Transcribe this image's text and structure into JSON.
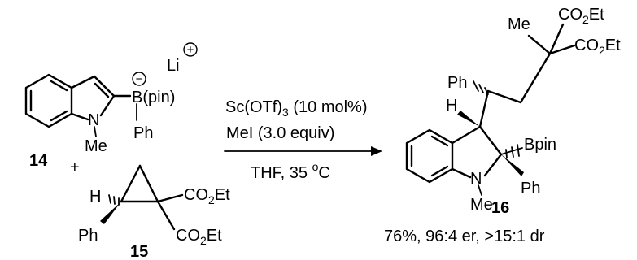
{
  "reactant_1": {
    "compound_number": "14",
    "boron_group": "B(pin)",
    "cation": "Li",
    "cation_charge": "+",
    "boron_charge": "−",
    "n_substituent": "Me",
    "n_label": "N",
    "b_substituent": "Ph"
  },
  "plus_sign": "+",
  "reactant_2": {
    "compound_number": "15",
    "h_label": "H",
    "aryl_label": "Ph",
    "ester_1": {
      "prefix": "CO",
      "sub": "2",
      "suffix": "Et"
    },
    "ester_2": {
      "prefix": "CO",
      "sub": "2",
      "suffix": "Et"
    }
  },
  "conditions": {
    "catalyst": {
      "prefix": "Sc(OTf)",
      "sub": "3",
      "suffix": " (10 mol%)"
    },
    "reagent": "MeI (3.0 equiv)",
    "solvent": {
      "prefix": "THF, 35 ",
      "sup": "o",
      "suffix": "C"
    }
  },
  "product": {
    "compound_number": "16",
    "me_top": "Me",
    "ester_top": {
      "prefix": "CO",
      "sub": "2",
      "suffix": "Et"
    },
    "ester_right": {
      "prefix": "CO",
      "sub": "2",
      "suffix": "Et"
    },
    "ph_side": "Ph",
    "h_label": "H",
    "bpin_label": "Bpin",
    "ph_c2": "Ph",
    "n_label": "N",
    "n_substituent": "Me",
    "result": "76%, 96:4 er, >15:1 dr"
  }
}
